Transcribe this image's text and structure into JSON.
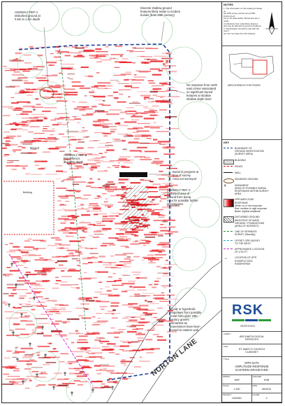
{
  "map": {
    "annotations": {
      "anomaly_a": "ANOMALY REF A\nDisturbed ground at\n0.5m to 1.0m depth",
      "coffin_features": "Discrete shallow ground\nfeatures likely relate to modern\nburials (from 20th century)",
      "no_response": "No response from north\neast corner associated\nno significant buried\nfeatures at shallow\nshallow depth level",
      "mound": "Mound",
      "anomaly_b": "ANOMALY REF B\nFlat reflector\nat 0.50m depth",
      "burial_progress": "Burial in progress at\ntime of survey\nArea not surveyed",
      "anomaly_c": "ANOMALY REF C\nDisturbed area of\nground from dump\nArea for possible further\ninvestigation",
      "linear": "Linear or hyperbolic\nresponses from possible\nburial from older 19th\ncentury graves.\nUnmarked as\ngravestones have been\nmoved to eastern wall",
      "road_name": "NORTON LANE",
      "building_label": "Building"
    }
  },
  "panel": {
    "notes_title": "NOTES",
    "notes_text": "1. The information on this drawing is based on\nthe GPR survey carried out by RSK Environment\nLtd on the date stated. Responses are a result\nof reflections from subsurface features\nand may be affected by ground conditions.\n2. Interpretation should be read with the report\ntext. Do not scale from this drawing.",
    "key_plan_caption": "AREA SHOWN IN THIS FIGURE",
    "legend_title": "KEY",
    "legend": [
      {
        "text": "BOUNDARY OF\nGROUND INVESTIGATION\n(SURVEY AREA)",
        "swatch": "blue-dash"
      },
      {
        "text": "BUILDING",
        "swatch": "grey"
      },
      {
        "text": "FENCE",
        "swatch": "red-dash"
      },
      {
        "text": "WALL",
        "swatch": "black"
      },
      {
        "text": "MOUNDED GROUND",
        "swatch": "brown"
      },
      {
        "text": "MONUMENT\nAREA OF POSSIBLE BURIAL\nRESPONSES WITHIN SURVEY\nAREA",
        "swatch": "cross"
      },
      {
        "text": "GPR AMPLITUDE\nRESPONSE\nWhite: no or low response\nRed: medium to high response\nBlack: highest amplitude",
        "swatch": "redgrad"
      },
      {
        "text": "DISTURBED GROUND\nINDICATIVE OF MADE\nGROUND / FOUNDATIONS\n(AREA OF INTEREST)",
        "swatch": "hatch"
      },
      {
        "text": "LINE OF SEPARATE\nSURVEY (Standby)",
        "swatch": "green-dash"
      },
      {
        "text": "OFFSET GPR SURVEY\nTO THE WEST",
        "swatch": "cyan-dash"
      },
      {
        "text": "APPROXIMATE LOCATION\nOF UTILITY",
        "swatch": "magenta-dash"
      },
      {
        "text": "LOCATION OF GPR\nEXAMPLE DATA\nRADARGRAM",
        "swatch": "arrow"
      }
    ],
    "company": "RSK",
    "company_tag": "GEOPHYSICS",
    "client_label": "CLIENT",
    "client": "ARCHAEOLOGICAL\nSERVICES",
    "site_label": "SITE",
    "site": "ST MARY'S CHURCH\nCUDDNEY",
    "title_label": "TITLE",
    "title": "GPR DATA\nAMPLITUDE RESPONSE\nEASTERN GRAVEYARD",
    "meta": [
      {
        "k": "DRAWN",
        "v": "JMR"
      },
      {
        "k": "CHECKED",
        "v": "HSB"
      },
      {
        "k": "SCALE",
        "v": "1:300"
      },
      {
        "k": "DATE",
        "v": "06/2019"
      },
      {
        "k": "PROJECT",
        "v": "1920081"
      },
      {
        "k": "FIGURE",
        "v": "3"
      }
    ]
  }
}
